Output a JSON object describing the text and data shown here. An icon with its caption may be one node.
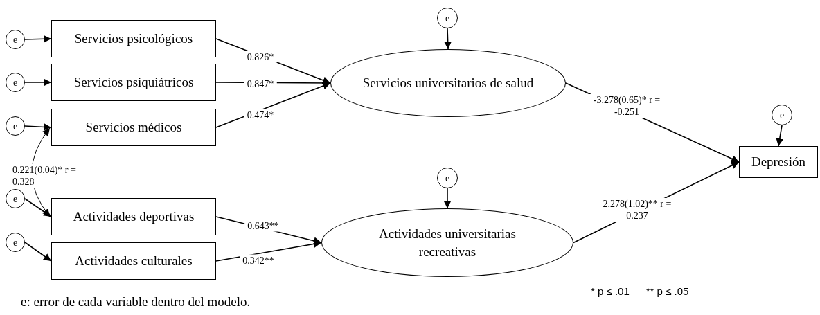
{
  "diagram": {
    "caption": "e: error de cada variable dentro del modelo.",
    "nodes": [
      {
        "text": [
          "e"
        ]
      },
      {
        "text": [
          "Servicios psicológicos"
        ]
      },
      {
        "text": [
          "e"
        ]
      },
      {
        "text": [
          "Servicios psiquiátricos"
        ]
      },
      {
        "text": [
          "e"
        ]
      },
      {
        "text": [
          "Servicios médicos"
        ]
      },
      {
        "text": [
          "e"
        ]
      },
      {
        "text": [
          "Actividades deportivas"
        ]
      },
      {
        "text": [
          "e"
        ]
      },
      {
        "text": [
          "Actividades culturales"
        ]
      },
      {
        "text": [
          "e"
        ]
      },
      {
        "text": [
          "Servicios universitarios de salud"
        ]
      },
      {
        "text": [
          "e"
        ]
      },
      {
        "text": [
          "Actividades universitarias recreativas"
        ]
      },
      {
        "text": [
          "e"
        ]
      },
      {
        "text": [
          "Depresión"
        ]
      }
    ],
    "edges": [
      {
        "from": 0,
        "to": 1,
        "arrow": "to"
      },
      {
        "from": 2,
        "to": 3,
        "arrow": "to"
      },
      {
        "from": 4,
        "to": 5,
        "arrow": "to"
      },
      {
        "from": 6,
        "to": 7,
        "arrow": "to"
      },
      {
        "from": 8,
        "to": 9,
        "arrow": "to"
      },
      {
        "from": 1,
        "to": 11,
        "arrow": "to",
        "label": "0.826*"
      },
      {
        "from": 3,
        "to": 11,
        "arrow": "to",
        "label": "0.847*"
      },
      {
        "from": 5,
        "to": 11,
        "arrow": "to",
        "label": "0.474*"
      },
      {
        "from": 5,
        "to": 7,
        "arrow": "both",
        "label": "0.221(0.04)* r = 0.328"
      },
      {
        "from": 7,
        "to": 13,
        "arrow": "to",
        "label": "0.643**"
      },
      {
        "from": 9,
        "to": 13,
        "arrow": "to",
        "label": "0.342**"
      },
      {
        "from": 10,
        "to": 11,
        "arrow": "to"
      },
      {
        "from": 12,
        "to": 13,
        "arrow": "to"
      },
      {
        "from": 14,
        "to": 15,
        "arrow": "to"
      },
      {
        "from": 11,
        "to": 15,
        "arrow": "to",
        "label": "-3.278(0.65)* r =  -0.251"
      },
      {
        "from": 13,
        "to": 15,
        "arrow": "to",
        "label": "2.278(1.02)** r =  0.237"
      }
    ],
    "labels": [
      "* p ≤ .01",
      "** p ≤ .05"
    ]
  }
}
